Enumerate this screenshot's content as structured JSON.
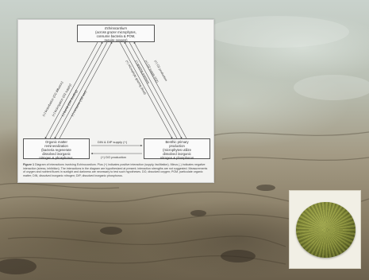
{
  "figure": {
    "top_box": {
      "title": "Echinocardium",
      "line1": "(across grazer microphytes,",
      "line2": "consume bacteria & POM,",
      "line3": "require oxygen)"
    },
    "left_box": {
      "line1": "Organic matter",
      "line2": "remineralization",
      "line3": "(bacteria regenerate",
      "line4": "dissolved inorganic",
      "line5": "nitrogen & phosphorus,",
      "line6": "oxygen microbes role)"
    },
    "right_box": {
      "line1": "Benthic primary",
      "line2": "production",
      "line3": "(microphytes utilize",
      "line4": "dissolved inorganic",
      "line5": "nitrogen & phosphorus",
      "line6": "and generate oxygen)"
    },
    "left_labels": [
      "(+) bioturbation (O2 diffusion)",
      "(+) bioirrigation (O2 supply)",
      "(-) burial (OM feeding)",
      "(-) consume (O2 use)"
    ],
    "right_labels": [
      "(+) microphyte grazing (food)",
      "(-) grazing pressure",
      "(+) O2 supply (O2)",
      "(+) O2 production"
    ],
    "middle_top": "DIN & DIP supply (+)",
    "middle_bottom": "(+) DO production",
    "caption_label": "Figure 1",
    "caption_text": "Diagram of interactions involving Echinocardium. Plus (+) indicates positive interaction (supply, facilitation). Minus (-) indicates negative interaction (stress, inhibition). The interactions in the diagram are hypothesized at present; interaction strengths are not suggested. Measurements of oxygen and nutrient fluxes in sunlight and darkness are necessary to test such hypotheses. DO, dissolved oxygen; POM, particulate organic matter; DIN, dissolved inorganic nitrogen; DIP, dissolved inorganic phosphorus."
  },
  "colors": {
    "panel_background": "#f3f3f1",
    "line_color": "#555555",
    "urchin_color": "#7f8a2a"
  },
  "icons": {
    "photo": "sea-urchin-photo"
  }
}
